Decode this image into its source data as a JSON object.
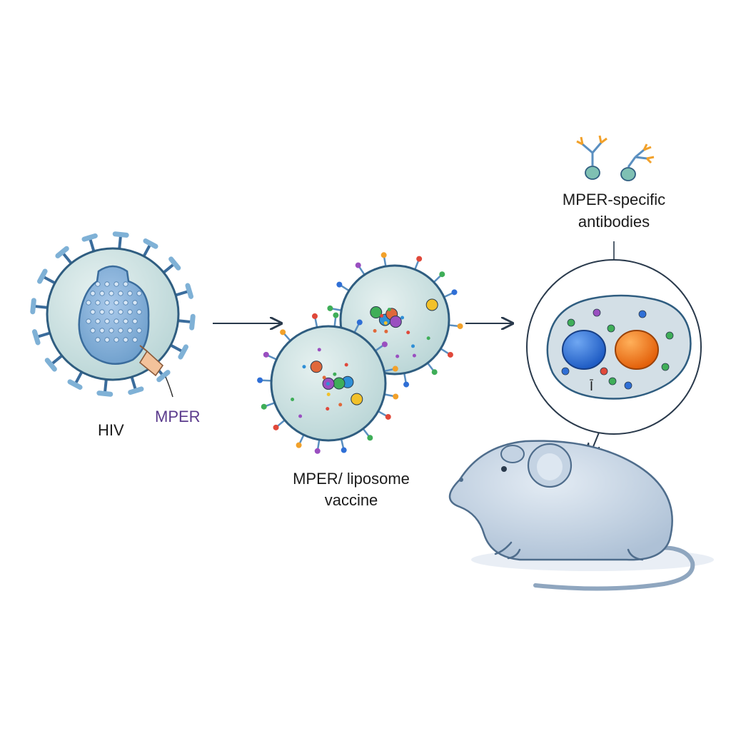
{
  "labels": {
    "hiv": "HIV",
    "mper": "MPER",
    "vaccine_line1": "MPER/ liposome",
    "vaccine_line2": "vaccine",
    "antibodies_line1": "MPER-specific",
    "antibodies_line2": "antibodies",
    "cell_mark": "Ī"
  },
  "colors": {
    "particle_fill": "#cfe3e2",
    "particle_stroke": "#2f5d80",
    "spike": "#7fb1d6",
    "mper_text": "#5a3a8c",
    "arrow": "#2a3a4c",
    "b_cell_blue": "#2f6fd6",
    "b_cell_orange": "#f07a16",
    "mouse_body": "#c9d7e6"
  },
  "icons": [
    "hiv-virion-icon",
    "syringe-icon",
    "liposome-icon",
    "antibody-icon",
    "cell-icon",
    "mouse-icon"
  ]
}
